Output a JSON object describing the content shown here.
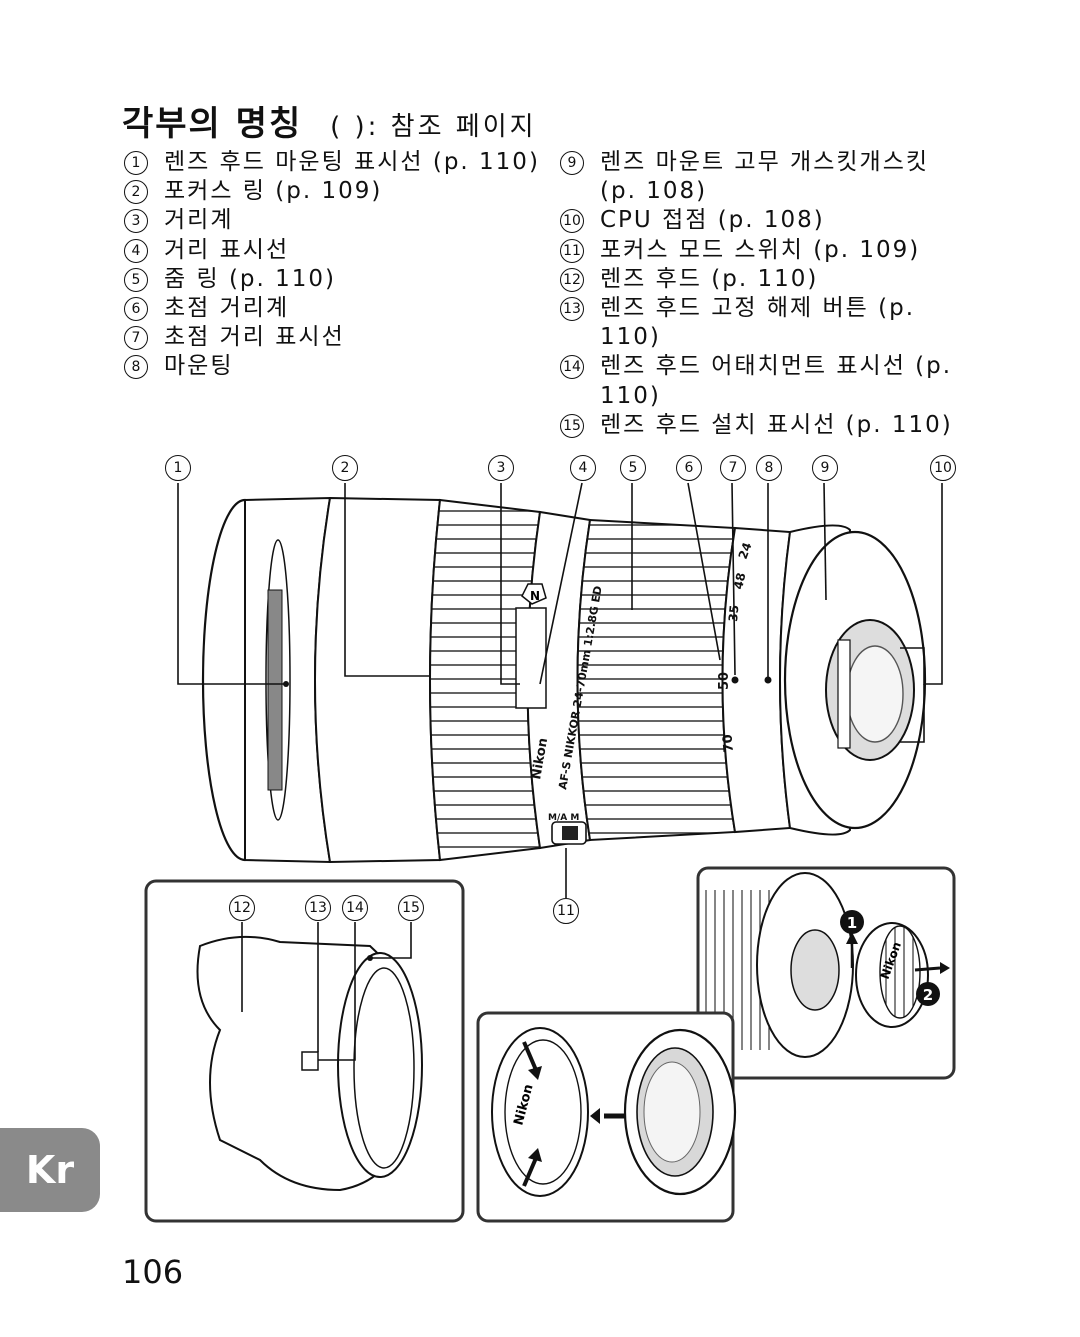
{
  "header": {
    "title": "각부의 명칭",
    "subtitle": "(   ): 참조 페이지"
  },
  "parts_left": [
    {
      "num": "1",
      "text": "렌즈 후드 마운팅 표시선 (p. 110)"
    },
    {
      "num": "2",
      "text": "포커스 링 (p. 109)"
    },
    {
      "num": "3",
      "text": "거리계"
    },
    {
      "num": "4",
      "text": "거리 표시선"
    },
    {
      "num": "5",
      "text": "줌 링 (p. 110)"
    },
    {
      "num": "6",
      "text": "초점 거리계"
    },
    {
      "num": "7",
      "text": "초점 거리 표시선"
    },
    {
      "num": "8",
      "text": "마운팅"
    }
  ],
  "parts_right": [
    {
      "num": "9",
      "text": "렌즈 마운트 고무 개스킷개스킷 (p. 108)"
    },
    {
      "num": "10",
      "text": "CPU 접점 (p. 108)"
    },
    {
      "num": "11",
      "text": "포커스 모드 스위치 (p. 109)"
    },
    {
      "num": "12",
      "text": "렌즈 후드 (p. 110)"
    },
    {
      "num": "13",
      "text": "렌즈 후드 고정 해제 버튼 (p. 110)"
    },
    {
      "num": "14",
      "text": "렌즈 후드 어태치먼트 표시선 (p. 110)"
    },
    {
      "num": "15",
      "text": "렌즈 후드 설치 표시선 (p. 110)"
    }
  ],
  "callouts_top": [
    "1",
    "2",
    "3",
    "4",
    "5",
    "6",
    "7",
    "8",
    "9",
    "10"
  ],
  "callouts_hood": [
    "12",
    "13",
    "14",
    "15"
  ],
  "callout_switch": "11",
  "lens_markings": {
    "brand": "Nikon",
    "model": "AF-S NIKKOR 24-70mm 1:2.8G ED",
    "focal_marks": [
      "24",
      "35",
      "48",
      "50",
      "70"
    ],
    "switch": "M/A  M",
    "cap_brand": "Nikon"
  },
  "steps": [
    "1",
    "2"
  ],
  "side_tab": "Kr",
  "page_number": "106"
}
